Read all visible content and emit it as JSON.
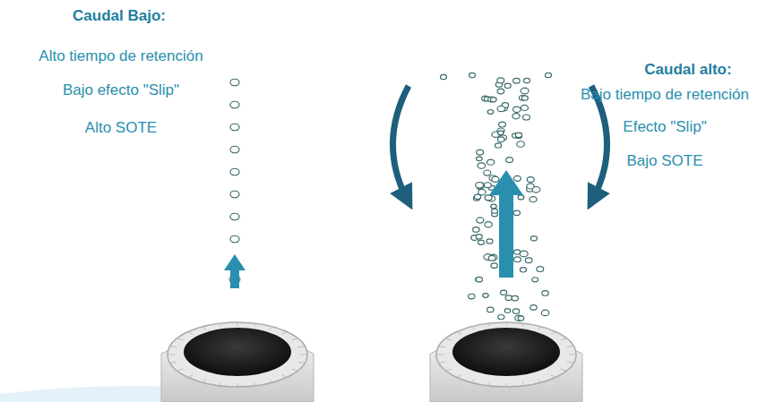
{
  "diagram": {
    "labels": [
      "Caudal Bajo:",
      "Alto tiempo de retención",
      "Bajo efecto \"Slip\"",
      "Alto SOTE",
      "Caudal alto:",
      "Bajo tiempo de retención",
      "Efecto \"Slip\"",
      "Bajo SOTE"
    ]
  }
}
